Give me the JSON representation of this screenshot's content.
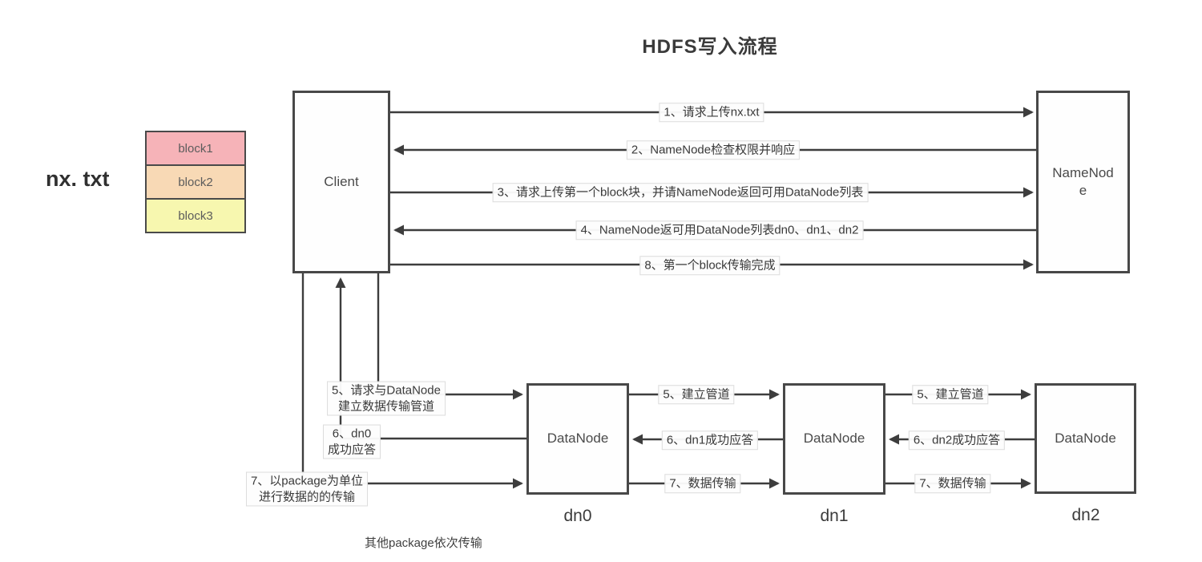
{
  "title": "HDFS写入流程",
  "source_file": {
    "name": "nx. txt",
    "blocks": [
      {
        "label": "block1",
        "color": "#f6b3b8"
      },
      {
        "label": "block2",
        "color": "#f8d9b5"
      },
      {
        "label": "block3",
        "color": "#f7f7af"
      }
    ]
  },
  "nodes": {
    "client": "Client",
    "namenode_line1": "NameNod",
    "namenode_line2": "e",
    "datanode": "DataNode",
    "dn_names": [
      "dn0",
      "dn1",
      "dn2"
    ]
  },
  "messages": {
    "m1": "1、请求上传nx.txt",
    "m2": "2、NameNode检查权限并响应",
    "m3": "3、请求上传第一个block块，并请NameNode返回可用DataNode列表",
    "m4": "4、NameNode返可用DataNode列表dn0、dn1、dn2",
    "m8": "8、第一个block传输完成",
    "m5_client_line1": "5、请求与DataNode",
    "m5_client_line2": "建立数据传输管道",
    "m6_client_line1": "6、dn0",
    "m6_client_line2": "成功应答",
    "m7_client_line1": "7、以package为单位",
    "m7_client_line2": "进行数据的的传输",
    "m5_dn0_dn1": "5、建立管道",
    "m6_dn0_dn1": "6、dn1成功应答",
    "m7_dn0_dn1": "7、数据传输",
    "m5_dn1_dn2": "5、建立管道",
    "m6_dn1_dn2": "6、dn2成功应答",
    "m7_dn1_dn2": "7、数据传输"
  },
  "footnote": "其他package依次传输",
  "colors": {
    "line": "#3d3d3d",
    "box_border": "#484848",
    "text": "#3a3a3a",
    "background": "#ffffff"
  }
}
